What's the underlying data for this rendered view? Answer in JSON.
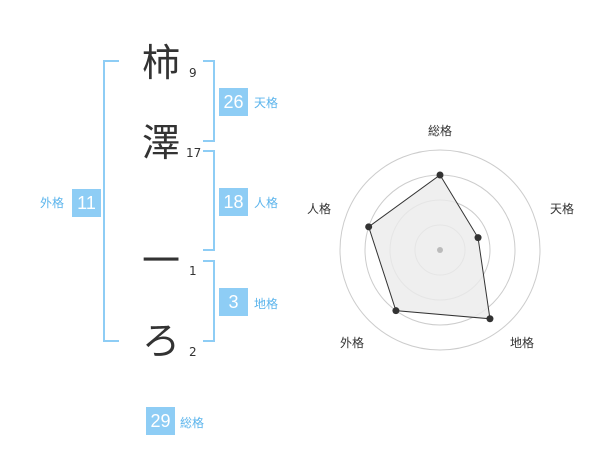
{
  "name": {
    "chars": [
      {
        "char": "柿",
        "strokes": "9"
      },
      {
        "char": "澤",
        "strokes": "17"
      },
      {
        "char": "一",
        "strokes": "1"
      },
      {
        "char": "ろ",
        "strokes": "2"
      }
    ]
  },
  "scores": {
    "gaikaku": {
      "label": "外格",
      "value": "11"
    },
    "tenkaku": {
      "label": "天格",
      "value": "26"
    },
    "jinkaku": {
      "label": "人格",
      "value": "18"
    },
    "chikaku": {
      "label": "地格",
      "value": "3"
    },
    "soukaku": {
      "label": "総格",
      "value": "29"
    }
  },
  "radar": {
    "axes": [
      "総格",
      "天格",
      "地格",
      "外格",
      "人格"
    ],
    "values": [
      0.75,
      0.4,
      0.85,
      0.75,
      0.75
    ],
    "max": 1,
    "rings": 4,
    "colors": {
      "fill": "#ebebeb",
      "line": "#333333",
      "grid": "#cccccc",
      "center": "#bbbbbb"
    }
  },
  "colors": {
    "accent": "#8ecdf5",
    "accent_text": "#5bb4ec"
  }
}
